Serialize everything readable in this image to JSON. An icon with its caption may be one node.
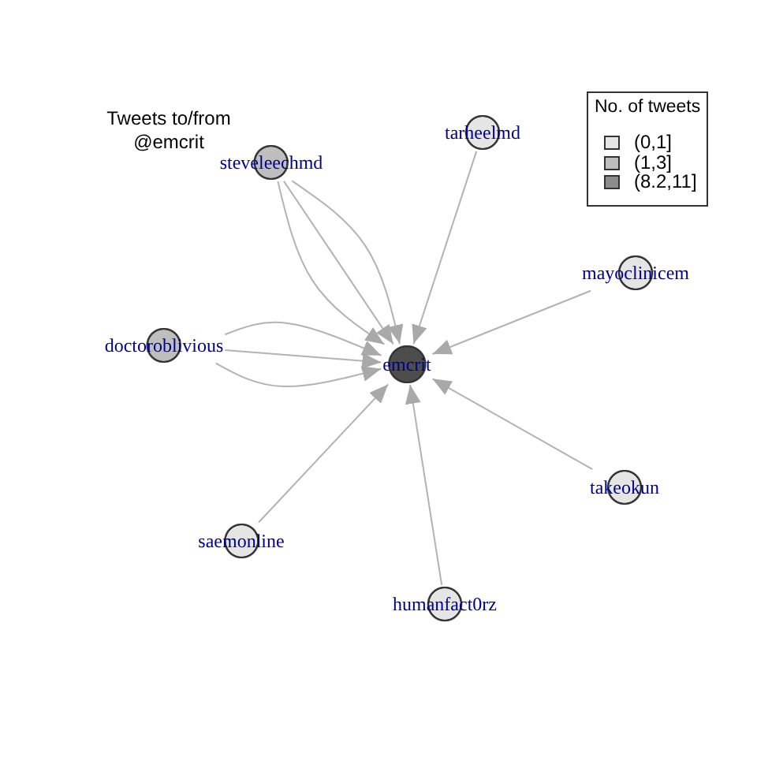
{
  "diagram": {
    "title": "Tweets to/from @emcrit",
    "nodes": [
      {
        "text": [
          "tarheelmd"
        ]
      },
      {
        "text": [
          "steveleechmd"
        ]
      },
      {
        "text": [
          "mayoclinicem"
        ]
      },
      {
        "text": [
          "doctoroblivious"
        ]
      },
      {
        "text": [
          "emcrit"
        ]
      },
      {
        "text": [
          "takeokun"
        ]
      },
      {
        "text": [
          "saemonline"
        ]
      },
      {
        "text": [
          "humanfact0rz"
        ]
      }
    ],
    "edges": [
      {
        "from": 1,
        "to": 4,
        "arrow": "to"
      },
      {
        "from": 1,
        "to": 4,
        "arrow": "to"
      },
      {
        "from": 1,
        "to": 4,
        "arrow": "to"
      },
      {
        "from": 3,
        "to": 4,
        "arrow": "to"
      },
      {
        "from": 3,
        "to": 4,
        "arrow": "to"
      },
      {
        "from": 3,
        "to": 4,
        "arrow": "to"
      },
      {
        "from": 0,
        "to": 4,
        "arrow": "to"
      },
      {
        "from": 2,
        "to": 4,
        "arrow": "to"
      },
      {
        "from": 5,
        "to": 4,
        "arrow": "to"
      },
      {
        "from": 6,
        "to": 4,
        "arrow": "to"
      },
      {
        "from": 7,
        "to": 4,
        "arrow": "to"
      }
    ],
    "labels": [
      "No. of tweets"
    ],
    "legend": [
      {
        "text": "(0,1]",
        "color": "#e5e5e5"
      },
      {
        "text": "(1,3]",
        "color": "#bebebe"
      },
      {
        "text": "(8.2,11]",
        "color": "#8c8c8c"
      }
    ]
  }
}
